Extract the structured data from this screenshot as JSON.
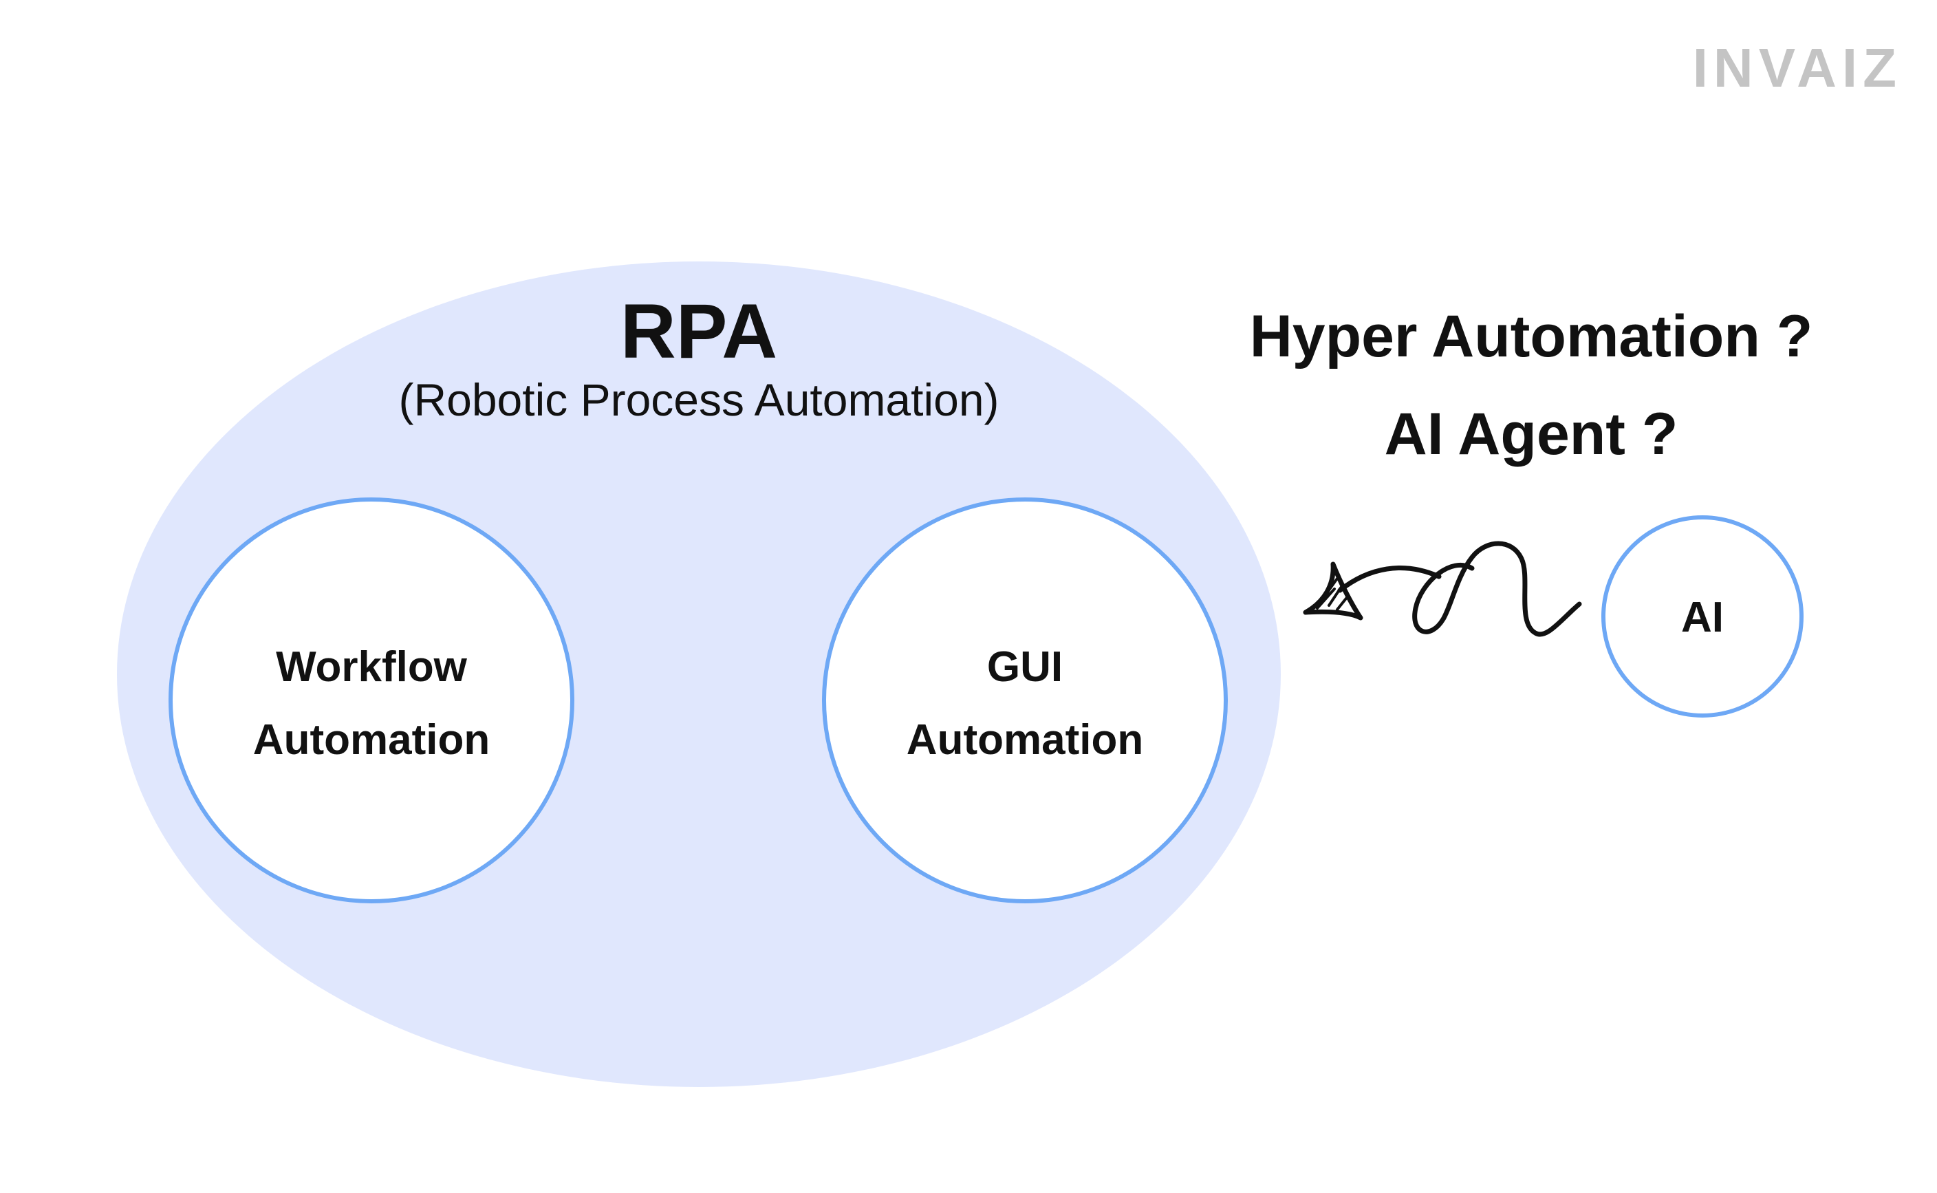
{
  "brand": {
    "logo_text": "INVAIZ",
    "logo_color": "#c4c4c4"
  },
  "rpa": {
    "title": "RPA",
    "subtitle": "(Robotic Process Automation)",
    "fill_color": "#e0e7fd"
  },
  "circles": {
    "stroke_color": "#6ea8f5",
    "workflow": {
      "line1": "Workflow",
      "line2": "Automation"
    },
    "gui": {
      "line1": "GUI",
      "line2": "Automation"
    },
    "ai": {
      "label": "AI"
    }
  },
  "questions": {
    "line1": "Hyper Automation ?",
    "line2": "AI Agent ?"
  },
  "arrow": {
    "icon": "hand-drawn-curly-arrow-icon",
    "direction": "left"
  }
}
